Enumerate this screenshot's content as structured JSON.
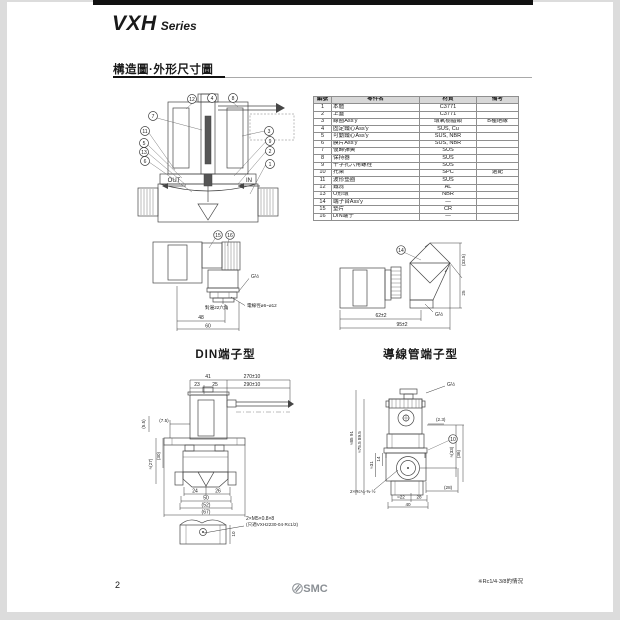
{
  "page": {
    "brand": "VXH",
    "brand_sub": "Series",
    "section_title": "構造圖·外形尺寸圖",
    "page_number": "2",
    "logo_text": "SMC",
    "footer_note": "※Rc1/4·3/8的情況"
  },
  "parts_table": {
    "headers": [
      "編號",
      "零件名",
      "材質",
      "備考"
    ],
    "rows": [
      [
        "1",
        "本體",
        "C3771",
        ""
      ],
      [
        "2",
        "上蓋",
        "C3771",
        ""
      ],
      [
        "3",
        "線圈Ass'y",
        "環氧樹脂類",
        "B種絕緣"
      ],
      [
        "4",
        "固定鐵心Ass'y",
        "SUS, Cu",
        ""
      ],
      [
        "5",
        "可動鐵心Ass'y",
        "SUS, NBR",
        ""
      ],
      [
        "6",
        "膜片Ass'y",
        "SUS, NBR",
        ""
      ],
      [
        "7",
        "復歸彈簧",
        "SUS",
        ""
      ],
      [
        "8",
        "保持器",
        "SUS",
        ""
      ],
      [
        "9",
        "十字孔六角螺栓",
        "SUS",
        ""
      ],
      [
        "10",
        "托架",
        "SPC",
        "選配"
      ],
      [
        "11",
        "波形墊圈",
        "SUS",
        ""
      ],
      [
        "12",
        "鐵蕊",
        "AL",
        ""
      ],
      [
        "13",
        "O形環",
        "NBR",
        ""
      ],
      [
        "14",
        "端子台Ass'y",
        "—",
        ""
      ],
      [
        "15",
        "墊片",
        "CR",
        ""
      ],
      [
        "16",
        "DIN端子",
        "—",
        ""
      ]
    ]
  },
  "construction": {
    "c12": "12",
    "c4": "4",
    "c8": "8",
    "c7": "7",
    "c11": "11",
    "c5": "5",
    "c13": "13",
    "c6": "6",
    "c3": "3",
    "c9": "9",
    "c2": "2",
    "c1": "1",
    "out": "OUT",
    "in": "IN"
  },
  "din": {
    "caption": "DIN端子型",
    "c15": "15",
    "c16": "16",
    "thread": "G½",
    "cable": "電線徑ø6~ø12",
    "hex": "對邊22六角",
    "d48": "48",
    "d60": "60"
  },
  "conduit": {
    "caption": "導線管端子型",
    "c14": "14",
    "thread": "G½",
    "d62": "62±2",
    "d95": "95±2",
    "d33": "(33.5)",
    "d25": "25"
  },
  "front": {
    "d41": "41",
    "d270": "270±10",
    "d23": "23",
    "d25": "25",
    "d290": "290±10",
    "d75": "(7.5)",
    "d55": "(5.5)",
    "d30": "(30)",
    "d27": "≈(27)",
    "d24": "24",
    "d26": "26",
    "d50": "50",
    "d52": "(52)",
    "d67": "(67)",
    "d10": "10",
    "note1": "2×M5×0.8×8",
    "note2": "(只適VXH2230-04·Rc1/2)"
  },
  "side": {
    "thread": "G½",
    "d23": "(2.3)",
    "c10": "10",
    "d33": "≈(33)",
    "d36": "(36)",
    "d28r": "(28)",
    "d22": "≈22",
    "d28": "28",
    "d40": "40",
    "dh1": "≈85 91",
    "dh2": "≈75.5 89.5",
    "d31": "≈31",
    "d14": "14",
    "port": "2×Rc¼·⅜·½"
  }
}
